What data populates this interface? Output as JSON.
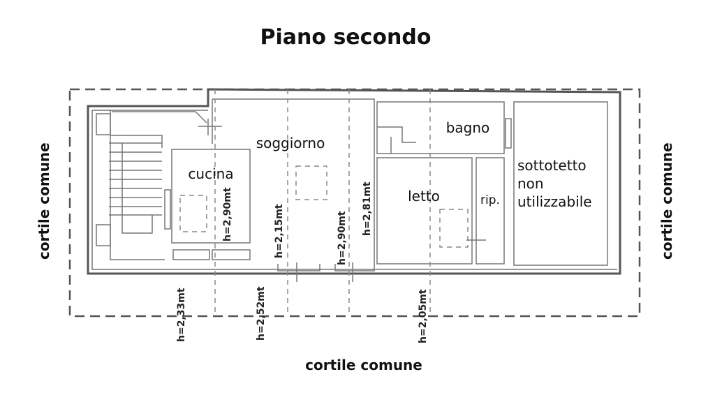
{
  "title": "Piano secondo",
  "labels": {
    "left": "cortile comune",
    "right": "cortile comune",
    "bottom": "cortile comune"
  },
  "rooms": {
    "soggiorno": "soggiorno",
    "cucina": "cucina",
    "bagno": "bagno",
    "letto": "letto",
    "rip": "rip.",
    "sottotetto_1": "sottotetto",
    "sottotetto_2": "non",
    "sottotetto_3": "utilizzabile"
  },
  "heights": {
    "cucina": "h=2,90mt",
    "soggiorno_a": "h=2,15mt",
    "soggiorno_b": "h=2,90mt",
    "letto": "h=2,81mt",
    "bottom_1": "h=2,33mt",
    "bottom_2": "h=2,52mt",
    "bottom_3": "h=2,05mt"
  }
}
